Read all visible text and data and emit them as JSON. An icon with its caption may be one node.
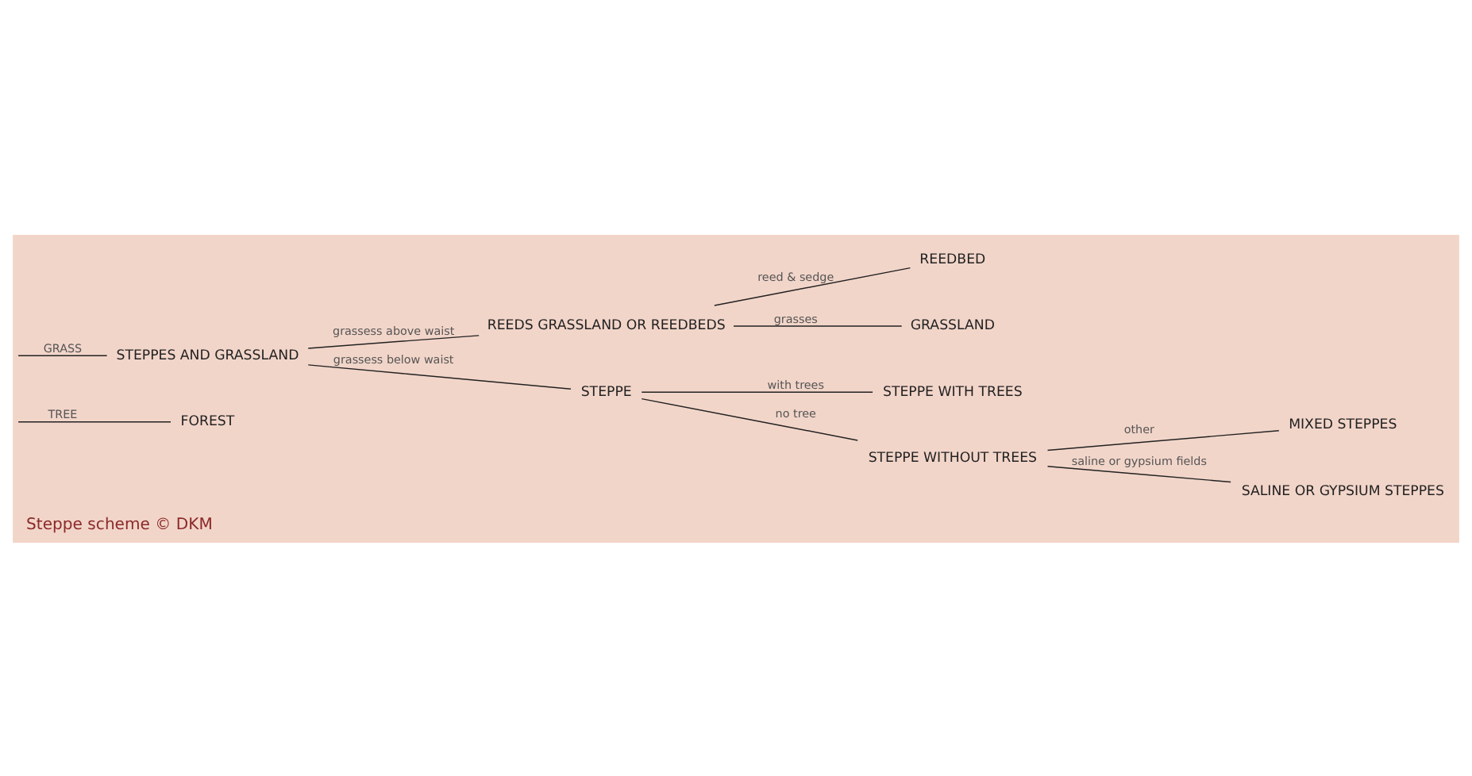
{
  "diagram": {
    "caption": "Steppe scheme © DKM",
    "nodes": [
      {
        "text": [
          "FOREST"
        ]
      },
      {
        "text": [
          "STEPPES AND GRASSLAND"
        ]
      },
      {
        "text": [
          "REEDS GRASSLAND OR REEDBEDS"
        ]
      },
      {
        "text": [
          "REEDBED"
        ]
      },
      {
        "text": [
          "GRASSLAND"
        ]
      },
      {
        "text": [
          "STEPPE"
        ]
      },
      {
        "text": [
          "STEPPE WITH TREES"
        ]
      },
      {
        "text": [
          "STEPPE WITHOUT TREES"
        ]
      },
      {
        "text": [
          "MIXED STEPPES"
        ]
      },
      {
        "text": [
          "SALINE OR GYPSIUM STEPPES"
        ]
      }
    ],
    "edges": [
      {
        "from": null,
        "to": 0,
        "arrow": "none",
        "label": "TREE"
      },
      {
        "from": null,
        "to": 1,
        "arrow": "none",
        "label": "GRASS"
      },
      {
        "from": 1,
        "to": 2,
        "arrow": "none",
        "label": "grassess above waist"
      },
      {
        "from": 1,
        "to": 5,
        "arrow": "none",
        "label": "grassess below waist"
      },
      {
        "from": 2,
        "to": 3,
        "arrow": "none",
        "label": "reed & sedge"
      },
      {
        "from": 2,
        "to": 4,
        "arrow": "none",
        "label": "grasses"
      },
      {
        "from": 5,
        "to": 6,
        "arrow": "none",
        "label": "with trees"
      },
      {
        "from": 5,
        "to": 7,
        "arrow": "none",
        "label": "no tree"
      },
      {
        "from": 7,
        "to": 8,
        "arrow": "none",
        "label": "other"
      },
      {
        "from": 7,
        "to": 9,
        "arrow": "none",
        "label": "saline or gypsium fields"
      }
    ]
  }
}
